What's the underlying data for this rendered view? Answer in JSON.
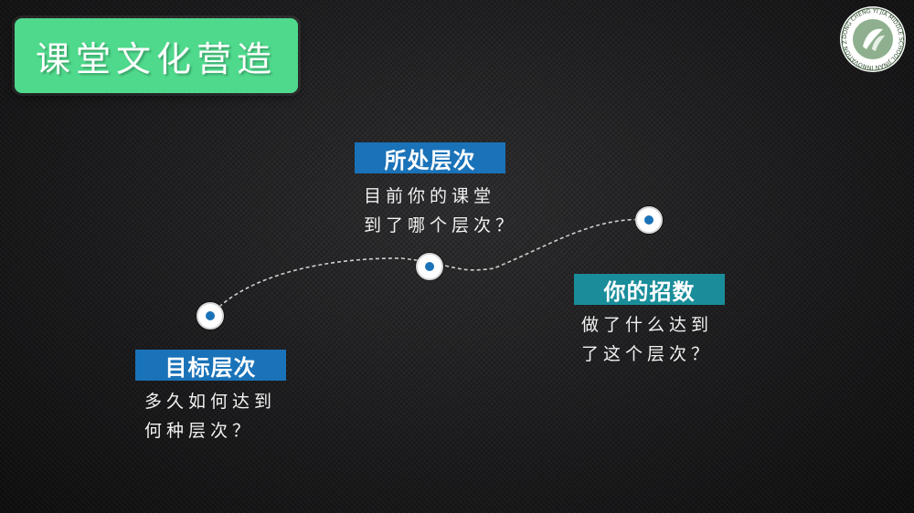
{
  "title": "课堂文化营造",
  "logo": {
    "ring_text": "DONG CHENG YI JIA MIDDLE SCHOOL JINAN INNOVATION ZONE"
  },
  "colors": {
    "title_bg": "#4fd98c",
    "label_blue": "#1a72b8",
    "label_teal": "#1a8d9a",
    "node_dot": "#1a72b8"
  },
  "nodes": [
    {
      "label": "目标层次",
      "line1": "多久如何达到",
      "line2": "何种层次？"
    },
    {
      "label": "所处层次",
      "line1": "目前你的课堂",
      "line2": "到了哪个层次？"
    },
    {
      "label": "你的招数",
      "line1": "做了什么达到",
      "line2": "了这个层次？"
    }
  ]
}
